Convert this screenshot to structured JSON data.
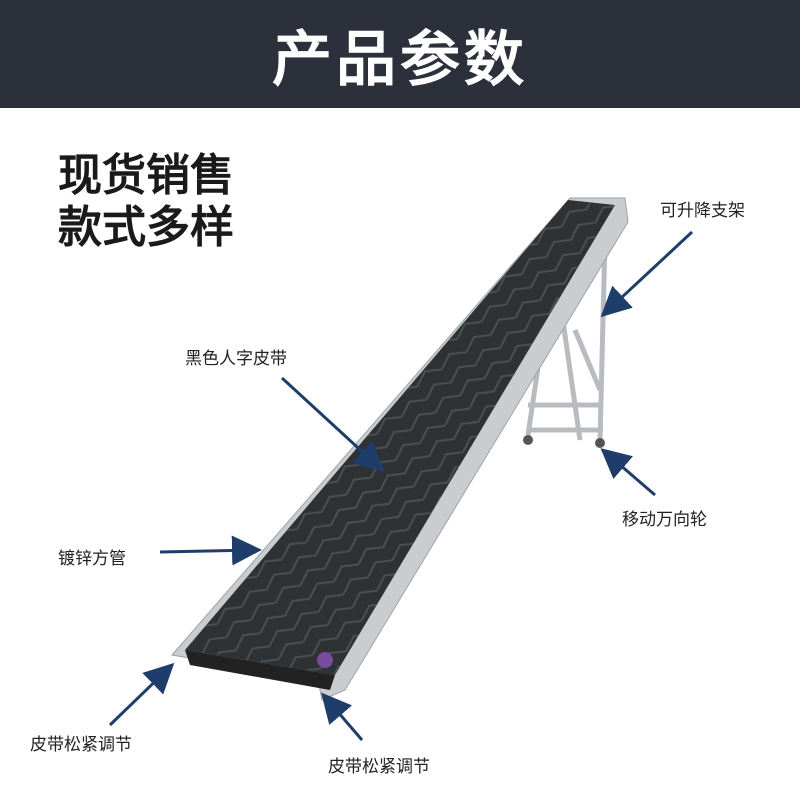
{
  "header": {
    "title": "产品参数"
  },
  "slogan": {
    "line1": "现货销售",
    "line2": "款式多样"
  },
  "labels": {
    "lift_stand": "可升降支架",
    "belt": "黑色人字皮带",
    "wheels": "移动万向轮",
    "frame": "镀锌方管",
    "tension_left": "皮带松紧调节",
    "tension_bottom": "皮带松紧调节"
  },
  "colors": {
    "header_bg": "#2c303b",
    "arrow": "#1f3d6b"
  }
}
